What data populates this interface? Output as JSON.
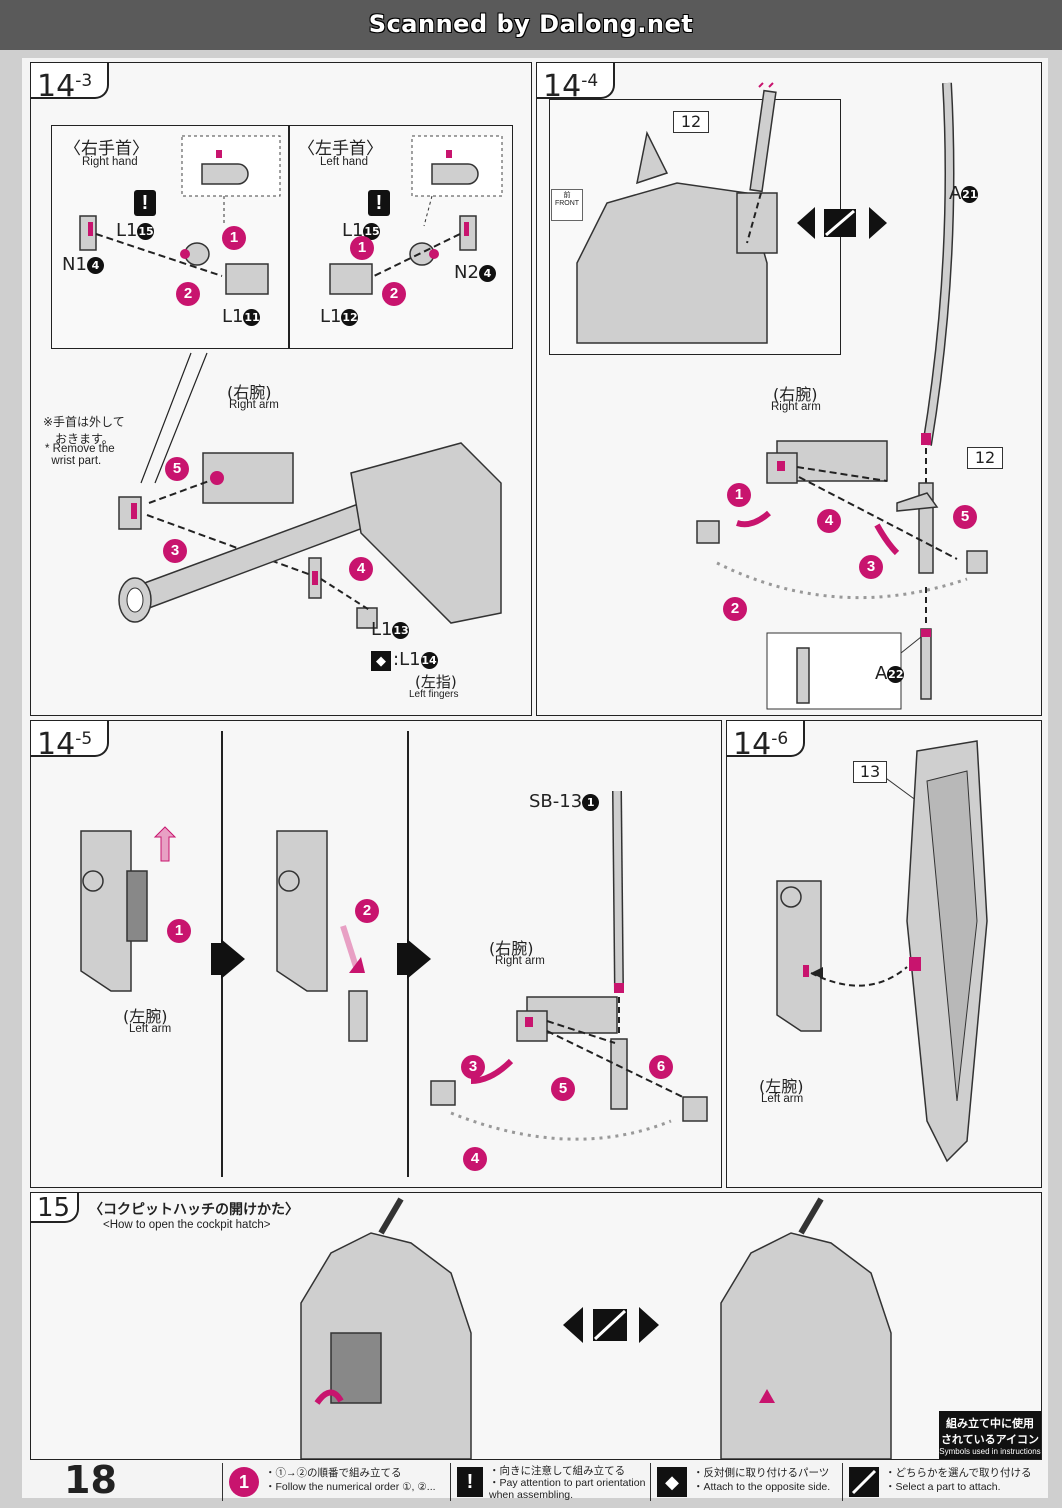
{
  "scan_credit": "Scanned by Dalong.net",
  "page_number": "18",
  "colors": {
    "accent": "#c8146e",
    "panel_border": "#222222",
    "part_grey": "#cfcfcf"
  },
  "step_14_3": {
    "step_main": "14",
    "step_sub": "-3",
    "right_hand_jp": "〈右手首〉",
    "right_hand_en": "Right hand",
    "left_hand_jp": "〈左手首〉",
    "left_hand_en": "Left hand",
    "part_l1_15_a": "L1",
    "part_l1_15_a_num": "15",
    "part_n1": "N1",
    "part_n1_num": "4",
    "part_l1_11": "L1",
    "part_l1_11_num": "11",
    "part_l1_15_b": "L1",
    "part_l1_15_b_num": "15",
    "part_n2": "N2",
    "part_n2_num": "4",
    "part_l1_12": "L1",
    "part_l1_12_num": "12",
    "note_jp": "※手首は外して\n　おきます。",
    "note_en": "* Remove the\n  wrist part.",
    "right_arm_jp": "(右腕)",
    "right_arm_en": "Right arm",
    "part_l1_13": "L1",
    "part_l1_13_num": "13",
    "alt_part": ":L1",
    "alt_part_num": "14",
    "left_fingers_jp": "(左指)",
    "left_fingers_en": "Left fingers",
    "marks": [
      "1",
      "2",
      "1",
      "2",
      "5",
      "3",
      "4"
    ]
  },
  "step_14_4": {
    "step_main": "14",
    "step_sub": "-4",
    "part_12_top": "12",
    "front_jp": "前",
    "front_en": "FRONT",
    "part_a21": "A",
    "part_a21_num": "21",
    "right_arm_jp": "(右腕)",
    "right_arm_en": "Right arm",
    "part_12_mid": "12",
    "part_a22": "A",
    "part_a22_num": "22",
    "marks": [
      "1",
      "4",
      "5",
      "3",
      "2"
    ]
  },
  "step_14_5": {
    "step_main": "14",
    "step_sub": "-5",
    "left_arm_jp": "(左腕)",
    "left_arm_en": "Left arm",
    "part_sb": "SB-13",
    "part_sb_num": "1",
    "right_arm_jp": "(右腕)",
    "right_arm_en": "Right arm",
    "marks": [
      "1",
      "2",
      "3",
      "6",
      "5",
      "4"
    ]
  },
  "step_14_6": {
    "step_main": "14",
    "step_sub": "-6",
    "part_13": "13",
    "left_arm_jp": "(左腕)",
    "left_arm_en": "Left arm"
  },
  "step_15": {
    "step_main": "15",
    "title_jp": "〈コクピットハッチの開けかた〉",
    "title_en": "<How to open the cockpit hatch>"
  },
  "legend": {
    "header_jp_1": "組み立て中に使用",
    "header_jp_2": "されているアイコン",
    "header_en": "Symbols used in instructions",
    "items": [
      {
        "icon": "numbered-order-icon",
        "jp": "・①→②の順番で組み立てる",
        "en": "・Follow the numerical order ①, ②..."
      },
      {
        "icon": "attention-icon",
        "jp": "・向きに注意して組み立てる",
        "en": "・Pay attention to part orientation when assembling."
      },
      {
        "icon": "opposite-side-icon",
        "jp": "・反対側に取り付けるパーツ",
        "en": "・Attach to the opposite side."
      },
      {
        "icon": "select-part-icon",
        "jp": "・どちらかを選んで取り付ける",
        "en": "・Select a part to attach."
      }
    ]
  }
}
